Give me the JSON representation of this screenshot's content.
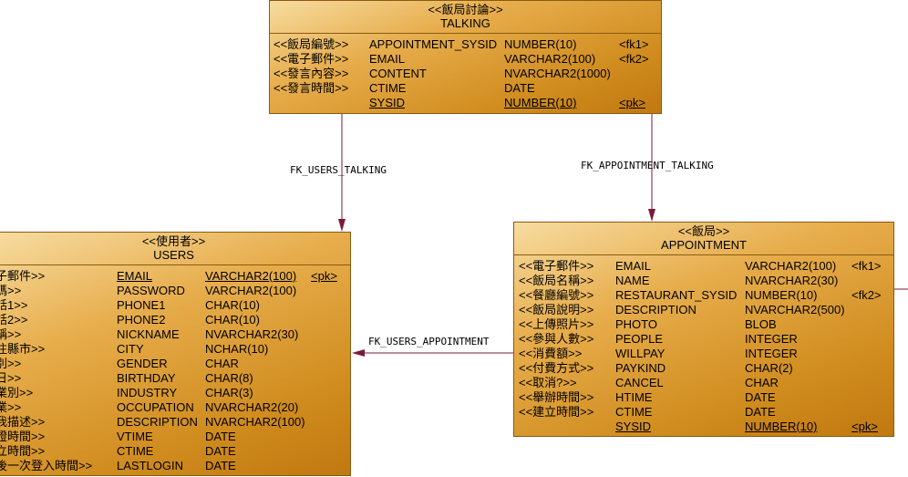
{
  "entities": {
    "talking": {
      "stereotype": "<<飯局討論>>",
      "name": "TALKING",
      "rows": [
        {
          "label": "<<飯局編號>>",
          "column": "APPOINTMENT_SYSID",
          "type": "NUMBER(10)",
          "key": "<fk1>"
        },
        {
          "label": "<<電子郵件>>",
          "column": "EMAIL",
          "type": "VARCHAR2(100)",
          "key": "<fk2>"
        },
        {
          "label": "<<發言內容>>",
          "column": "CONTENT",
          "type": "NVARCHAR2(1000)",
          "key": ""
        },
        {
          "label": "<<發言時間>>",
          "column": "CTIME",
          "type": "DATE",
          "key": ""
        },
        {
          "label": "",
          "column": "SYSID",
          "type": "NUMBER(10)",
          "key": "<pk>",
          "underline": true
        }
      ]
    },
    "users": {
      "stereotype": "<<使用者>>",
      "name": "USERS",
      "rows": [
        {
          "label": "子郵件>>",
          "column": "EMAIL",
          "type": "VARCHAR2(100)",
          "key": "<pk>",
          "underline": true
        },
        {
          "label": "碼>>",
          "column": "PASSWORD",
          "type": "VARCHAR2(100)",
          "key": ""
        },
        {
          "label": "話1>>",
          "column": "PHONE1",
          "type": "CHAR(10)",
          "key": ""
        },
        {
          "label": "話2>>",
          "column": "PHONE2",
          "type": "CHAR(10)",
          "key": ""
        },
        {
          "label": "稱>>",
          "column": "NICKNAME",
          "type": "NVARCHAR2(30)",
          "key": ""
        },
        {
          "label": "住縣市>>",
          "column": "CITY",
          "type": "NCHAR(10)",
          "key": ""
        },
        {
          "label": "別>>",
          "column": "GENDER",
          "type": "CHAR",
          "key": ""
        },
        {
          "label": "日>>",
          "column": "BIRTHDAY",
          "type": "CHAR(8)",
          "key": ""
        },
        {
          "label": "業別>>",
          "column": "INDUSTRY",
          "type": "CHAR(3)",
          "key": ""
        },
        {
          "label": "業>>",
          "column": "OCCUPATION",
          "type": "NVARCHAR2(20)",
          "key": ""
        },
        {
          "label": "我描述>>",
          "column": "DESCRIPTION",
          "type": "NVARCHAR2(100)",
          "key": ""
        },
        {
          "label": "證時間>>",
          "column": "VTIME",
          "type": "DATE",
          "key": ""
        },
        {
          "label": "立時間>>",
          "column": "CTIME",
          "type": "DATE",
          "key": ""
        },
        {
          "label": "後一次登入時間>>",
          "column": "LASTLOGIN",
          "type": "DATE",
          "key": ""
        }
      ]
    },
    "appointment": {
      "stereotype": "<<飯局>>",
      "name": "APPOINTMENT",
      "rows": [
        {
          "label": "<<電子郵件>>",
          "column": "EMAIL",
          "type": "VARCHAR2(100)",
          "key": "<fk1>"
        },
        {
          "label": "<<飯局名稱>>",
          "column": "NAME",
          "type": "NVARCHAR2(30)",
          "key": ""
        },
        {
          "label": "<<餐廳編號>>",
          "column": "RESTAURANT_SYSID",
          "type": "NUMBER(10)",
          "key": "<fk2>"
        },
        {
          "label": "<<飯局說明>>",
          "column": "DESCRIPTION",
          "type": "NVARCHAR2(500)",
          "key": ""
        },
        {
          "label": "<<上傳照片>>",
          "column": "PHOTO",
          "type": "BLOB",
          "key": ""
        },
        {
          "label": "<<參與人數>>",
          "column": "PEOPLE",
          "type": "INTEGER",
          "key": ""
        },
        {
          "label": "<<消費額>>",
          "column": "WILLPAY",
          "type": "INTEGER",
          "key": ""
        },
        {
          "label": "<<付費方式>>",
          "column": "PAYKIND",
          "type": "CHAR(2)",
          "key": ""
        },
        {
          "label": "<<取消?>>",
          "column": "CANCEL",
          "type": "CHAR",
          "key": ""
        },
        {
          "label": "<<舉辦時間>>",
          "column": "HTIME",
          "type": "DATE",
          "key": ""
        },
        {
          "label": "<<建立時間>>",
          "column": "CTIME",
          "type": "DATE",
          "key": ""
        },
        {
          "label": "",
          "column": "SYSID",
          "type": "NUMBER(10)",
          "key": "<pk>",
          "underline": true
        }
      ]
    }
  },
  "relationships": {
    "fk_users_talking": "FK_USERS_TALKING",
    "fk_appointment_talking": "FK_APPOINTMENT_TALKING",
    "fk_users_appointment": "FK_USERS_APPOINTMENT"
  },
  "colors": {
    "line": "#7a1a3a",
    "entity_border": "#8a5a10"
  }
}
